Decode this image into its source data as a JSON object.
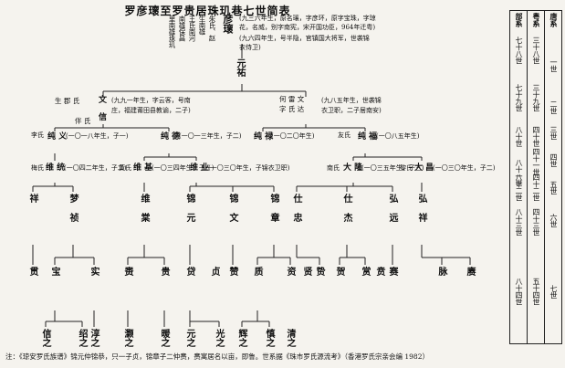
{
  "title": "罗彦瓌至罗贵居珠玑巷七世简表",
  "top_person": {
    "labels": [
      "里南雄珠玑",
      "南雄保昌",
      "王氏南河",
      "生南雄",
      "朱氏、赵"
    ],
    "name": "彦瓌",
    "notes": [
      "(九三六年生，原名瓖，字彦环，原字宝珠，字琼",
      "花，名威，别字南宪，宋开国功臣，964年迁粤)",
      "(九六四年生，号半隐，官镇国大将军，世袭锦",
      "衣侍卫)"
    ]
  },
  "gen2": {
    "name": "元祐"
  },
  "gen3_left": {
    "wife": "生 郡 氏",
    "name": "文 信",
    "note1": "(九九一年生，字云客，号南",
    "note2": "庄，福建莆田县教谕，二子)",
    "father_tag": "伴 氏"
  },
  "gen3_right": {
    "wife": "何 雷 文",
    "name": "字 氏 达",
    "note1": "(九八五年生，世袭锦",
    "note2": "衣卫职，二子居南安)"
  },
  "gen4": [
    {
      "prefix": "李氏",
      "name": "纯 义",
      "note": "(一〇一八年生，子一)"
    },
    {
      "prefix": "",
      "name": "纯 德",
      "note": "(一〇一三年生，子二)"
    },
    {
      "prefix": "",
      "name": "纯 禄",
      "note": "(一〇二〇年生)"
    },
    {
      "prefix": "友氏",
      "name": "纯 福",
      "note": "(一〇八五年生)"
    }
  ],
  "gen5": [
    {
      "prefix": "梅氏",
      "name": "维 统",
      "note": "(一〇四二年生，子二)"
    },
    {
      "prefix": "黄氏",
      "name": "维 基",
      "note": "(一〇三四年生，子一)"
    },
    {
      "prefix": "",
      "name": "维 业",
      "note": "(一〇三〇年生，子锦衣卫职)"
    },
    {
      "prefix": "南氏",
      "name": "大 隆",
      "note": "(一〇三五年生，子三)"
    },
    {
      "prefix": "黎氏",
      "name": "大 昌",
      "note": "(一〇三〇年生，子二)"
    }
  ],
  "gen6": [
    {
      "name": "祥"
    },
    {
      "name": "梦 祯"
    },
    {
      "name": "维 棠"
    },
    {
      "name": "锦 元"
    },
    {
      "name": "锦 文"
    },
    {
      "name": "锦 章"
    },
    {
      "name": "仕 忠"
    },
    {
      "name": "仕 杰"
    },
    {
      "name": "弘 远"
    },
    {
      "name": "弘 祥"
    }
  ],
  "gen7": [
    {
      "name": "贯"
    },
    {
      "name": "宝"
    },
    {
      "name": "实"
    },
    {
      "name": "赉"
    },
    {
      "name": "贵"
    },
    {
      "name": "贷"
    },
    {
      "name": "贞"
    },
    {
      "name": "赞"
    },
    {
      "name": "质"
    },
    {
      "name": "资"
    },
    {
      "name": "贤"
    },
    {
      "name": "贽"
    },
    {
      "name": "贺"
    },
    {
      "name": "赏"
    },
    {
      "name": "贲"
    },
    {
      "name": "赛"
    },
    {
      "name": "脉"
    },
    {
      "name": "赓"
    }
  ],
  "gen8": [
    {
      "name": "信之"
    },
    {
      "name": "绍之"
    },
    {
      "name": "淳之"
    },
    {
      "name": "灏之"
    },
    {
      "name": "暖之"
    },
    {
      "name": "元之"
    },
    {
      "name": "光之"
    },
    {
      "name": "辉之"
    },
    {
      "name": "慎之"
    },
    {
      "name": "清之"
    }
  ],
  "generation_table": {
    "headers": [
      "唐系",
      "粤系",
      "部系"
    ],
    "rows": [
      [
        "一世",
        "三十八世",
        "七十八世"
      ],
      [
        "二世",
        "三十九世",
        "七十九世"
      ],
      [
        "三世",
        "四十世",
        "八十世"
      ],
      [
        "四世",
        "四十一世",
        "八十一世"
      ],
      [
        "五世",
        "四十二世",
        "八十二世"
      ],
      [
        "六世",
        "四十三世",
        "八十三世"
      ],
      [
        "七世",
        "五十四世",
        "八十四世"
      ]
    ]
  },
  "footer": "注：《琼安罗氏族谱》锦元仲锦恭，只一子贞，锦章子二仲赉，赉寓居名以亩，即鲁。世系据《珠市罗氏源流考》（香港罗氏宗亲会编 1982）"
}
